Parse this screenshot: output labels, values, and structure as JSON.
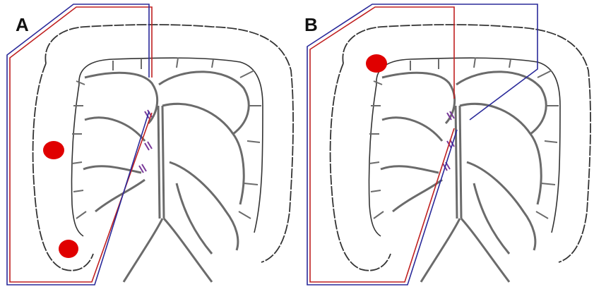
{
  "figure": {
    "panels": [
      {
        "label": "A",
        "tumor_count": 2,
        "ligated_vessels": 3
      },
      {
        "label": "B",
        "tumor_count": 1,
        "ligated_vessels": 3
      }
    ],
    "colors": {
      "bowel_outline": "#333333",
      "vessel": "#6b6b6b",
      "tumor": "#e00000",
      "artery_line": "#c02020",
      "vein_line": "#2a2a9a",
      "ligature": "#7a3a9a"
    }
  }
}
